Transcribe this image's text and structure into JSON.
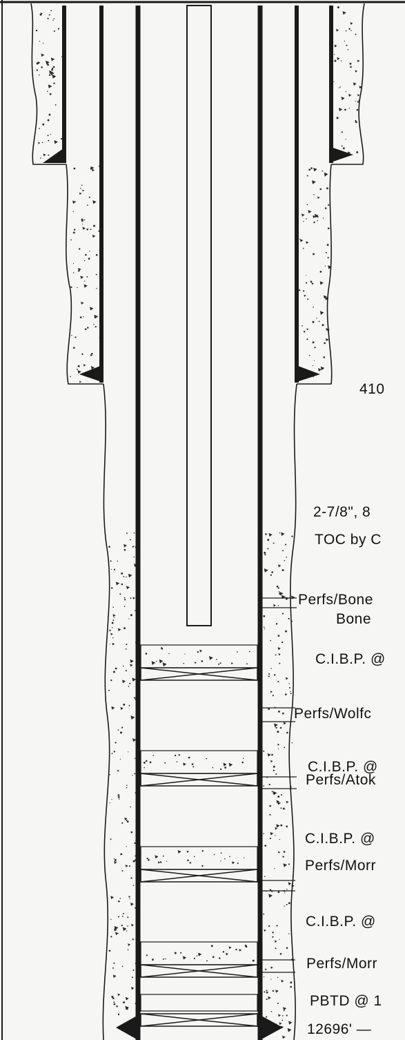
{
  "labels": {
    "casing_depth": "410",
    "tubing": "2-7/8\", 8",
    "toc": "TOC by C",
    "perfs_bone1": "Perfs/Bone",
    "perfs_bone2": "Bone",
    "cibp_1": "C.I.B.P. @",
    "perfs_wolfcamp": "Perfs/Wolfc",
    "cibp_2": "C.I.B.P. @",
    "perfs_atoka": "Perfs/Atok",
    "cibp_3": "C.I.B.P. @",
    "perfs_morrow1": "Perfs/Morr",
    "cibp_4": "C.I.B.P. @",
    "perfs_morrow2": "Perfs/Morr",
    "pbtd": "PBTD @ 1",
    "td": "12696' —"
  },
  "colors": {
    "line": "#1a1a1a",
    "background": "#f6f6f4",
    "cement_speckle": "#2a2a2a"
  }
}
